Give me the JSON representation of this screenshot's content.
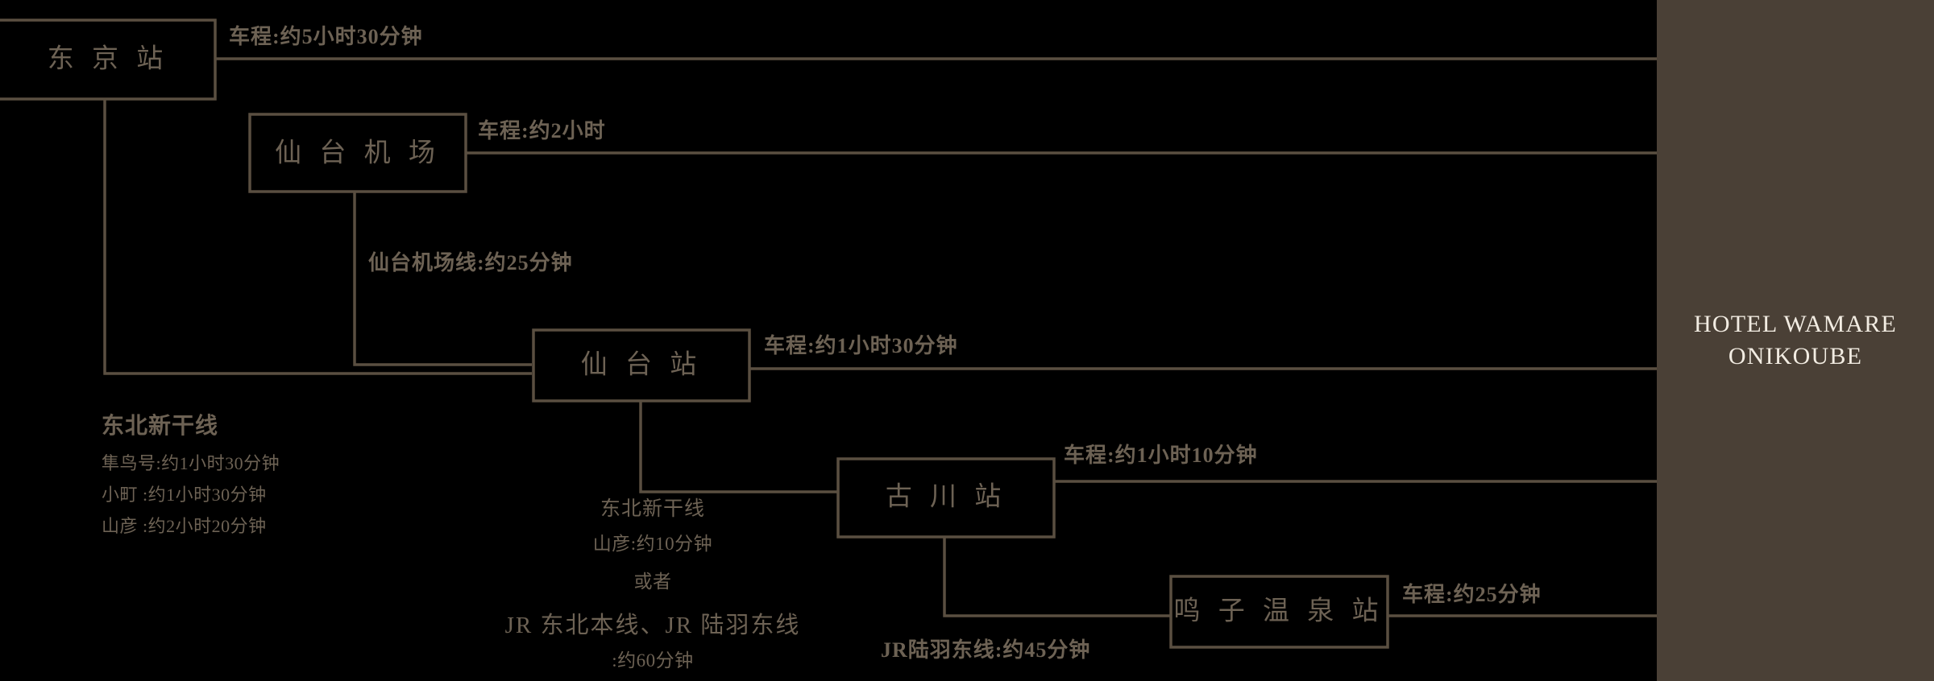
{
  "hotel": {
    "name": "HOTEL WAMARE\nONIKOUBE",
    "panel_color": "#4a4036",
    "text_color": "#f2ece2"
  },
  "theme": {
    "background": "#000000",
    "line_color": "#5a4f41",
    "text_color": "#6d6254"
  },
  "stations": [
    {
      "id": "tokyo",
      "label": "东 京 站"
    },
    {
      "id": "sendai_airport",
      "label": "仙 台 机 场"
    },
    {
      "id": "sendai",
      "label": "仙 台 站"
    },
    {
      "id": "furukawa",
      "label": "古 川 站"
    },
    {
      "id": "naruko",
      "label": "鸣 子 温 泉 站"
    }
  ],
  "route_labels": {
    "tokyo_to_hotel": "车程:约5小时30分钟",
    "sendai_airport_to_hotel": "车程:约2小时",
    "sendai_airport_to_sendai": "仙台机场线:约25分钟",
    "sendai_to_hotel": "车程:约1小时30分钟",
    "furukawa_to_hotel": "车程:约1小时10分钟",
    "naruko_to_hotel": "车程:约25分钟",
    "furukawa_to_naruko": "JR陆羽东线:约45分钟"
  },
  "shinkansen_block": {
    "title": "东北新干线",
    "rows": [
      "隼鸟号:约1小时30分钟",
      "小町    :约1小时30分钟",
      "山彦    :约2小时20分钟"
    ]
  },
  "sendai_furukawa_block": {
    "title": "东北新干线",
    "line1": "山彦:约10分钟",
    "or": "或者",
    "line2": "JR 东北本线、JR 陆羽东线",
    "line3": ":约60分钟"
  }
}
